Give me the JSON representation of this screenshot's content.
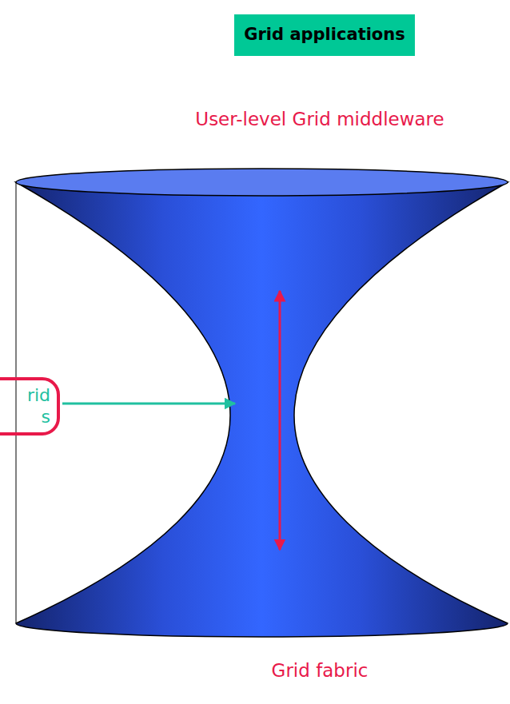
{
  "diagram": {
    "nodes": [
      {
        "text": [
          "Grid applications"
        ]
      },
      {
        "text": [
          "rid s"
        ]
      }
    ],
    "labels": [
      "User-level Grid middleware",
      "Grid fabric"
    ]
  }
}
